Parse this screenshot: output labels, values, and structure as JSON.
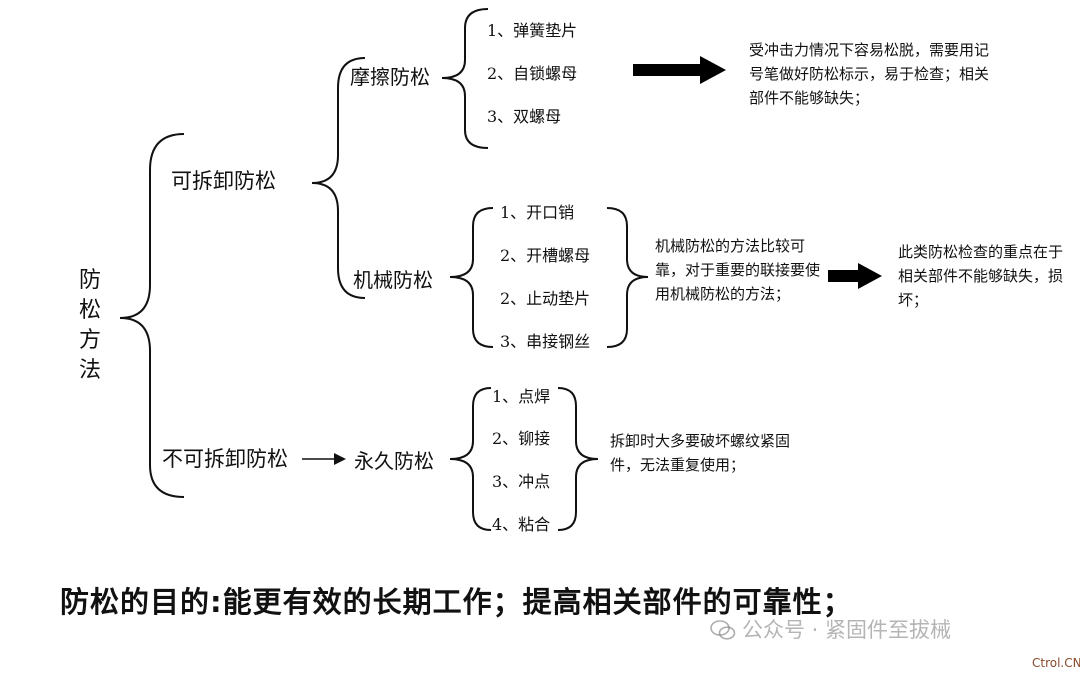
{
  "root": "防松方法",
  "branches": {
    "removable": "可拆卸防松",
    "non_removable": "不可拆卸防松"
  },
  "friction": {
    "label": "摩擦防松",
    "items": [
      "1、弹簧垫片",
      "2、自锁螺母",
      "3、双螺母"
    ],
    "note": "受冲击力情况下容易松脱，需要用记号笔做好防松标示，易于检查；相关部件不能够缺失；"
  },
  "mechanical": {
    "label": "机械防松",
    "items": [
      "1、开口销",
      "2、开槽螺母",
      "2、止动垫片",
      "3、串接钢丝"
    ],
    "note": "机械防松的方法比较可靠，对于重要的联接要使用机械防松的方法；",
    "note2": "此类防松检查的重点在于相关部件不能够缺失，损坏；"
  },
  "permanent": {
    "label": "永久防松",
    "items": [
      "1、点焊",
      "2、铆接",
      "3、冲点",
      "4、粘合"
    ],
    "note": "拆卸时大多要破坏螺纹紧固件，无法重复使用；"
  },
  "purpose": "防松的目的:能更有效的长期工作；提高相关部件的可靠性；",
  "watermark": "公众号 · 紧固件至拔械",
  "site": "Ctrol.CN"
}
